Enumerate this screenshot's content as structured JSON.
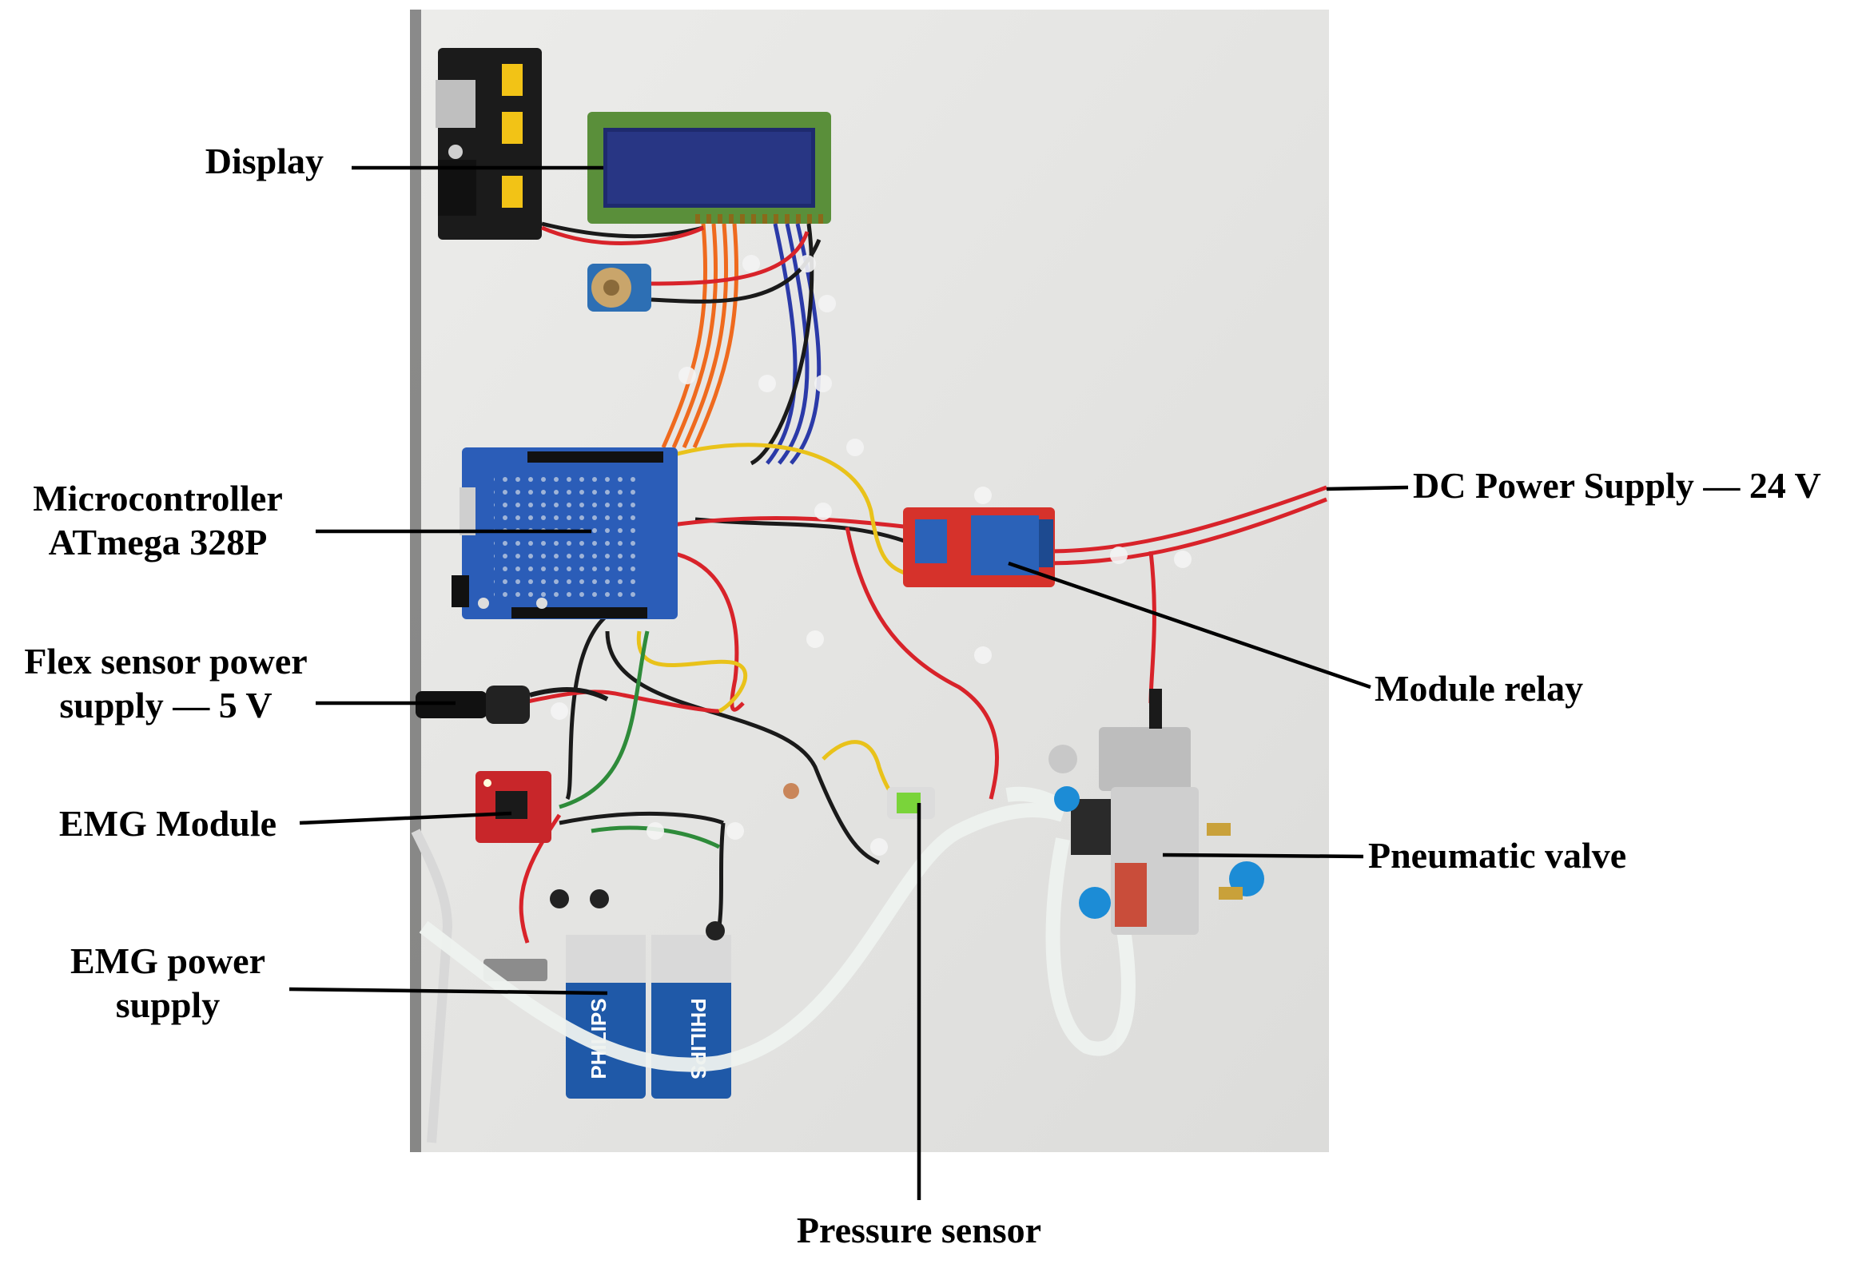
{
  "labels": {
    "display": "Display",
    "microcontroller_line1": "Microcontroller",
    "microcontroller_line2": "ATmega 328P",
    "flex_line1": "Flex sensor power",
    "flex_line2": "supply — 5 V",
    "emg_module": "EMG Module",
    "emg_power_line1": "EMG power",
    "emg_power_line2": "supply",
    "dc_power": "DC Power Supply — 24 V",
    "module_relay": "Module relay",
    "pneumatic_valve": "Pneumatic valve",
    "pressure_sensor": "Pressure sensor"
  },
  "battery_brand": "PHILIPS",
  "colors": {
    "board": "#e8e8e6",
    "red_wire": "#d8232a",
    "black_wire": "#1a1a1a",
    "blue_wire": "#2b3aa8",
    "orange_wire": "#ef6a1e",
    "yellow_wire": "#e9c21a",
    "green_wire": "#2e8b3a",
    "arduino_blue": "#2b5db8",
    "relay_red": "#d6322b",
    "lcd_green": "#5a8f3a",
    "lcd_screen": "#1e2a6e",
    "battery_blue": "#1f59a8",
    "tube": "#eef2ef"
  }
}
